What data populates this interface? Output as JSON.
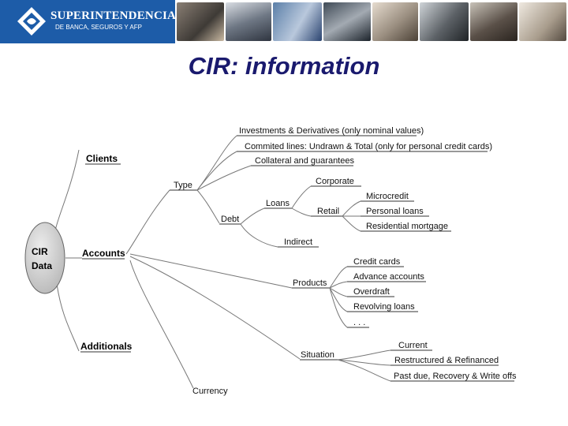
{
  "header": {
    "logo_name": "SUPERINTENDENCIA",
    "logo_sub": "DE BANCA, SEGUROS Y AFP",
    "brand_color": "#1d5ca8"
  },
  "title": "CIR: information",
  "root": {
    "line1": "CIR",
    "line2": "Data"
  },
  "branches": {
    "clients": "Clients",
    "accounts": "Accounts",
    "additionals": "Additionals"
  },
  "nodes": {
    "type": "Type",
    "investments": "Investments & Derivatives (only nominal values)",
    "committed": "Commited lines: Undrawn & Total (only for personal credit cards)",
    "collateral": "Collateral and guarantees",
    "debt": "Debt",
    "loans": "Loans",
    "corporate": "Corporate",
    "retail": "Retail",
    "microcredit": "Microcredit",
    "personal_loans": "Personal loans",
    "residential_mortgage": "Residential mortgage",
    "indirect": "Indirect",
    "products": "Products",
    "credit_cards": "Credit cards",
    "advance_accounts": "Advance accounts",
    "overdraft": "Overdraft",
    "revolving_loans": "Revolving loans",
    "ellipsis": ". . .",
    "situation": "Situation",
    "current": "Current",
    "restructured": "Restructured & Refinanced",
    "past_due": "Past due, Recovery & Write offs",
    "currency": "Currency"
  }
}
